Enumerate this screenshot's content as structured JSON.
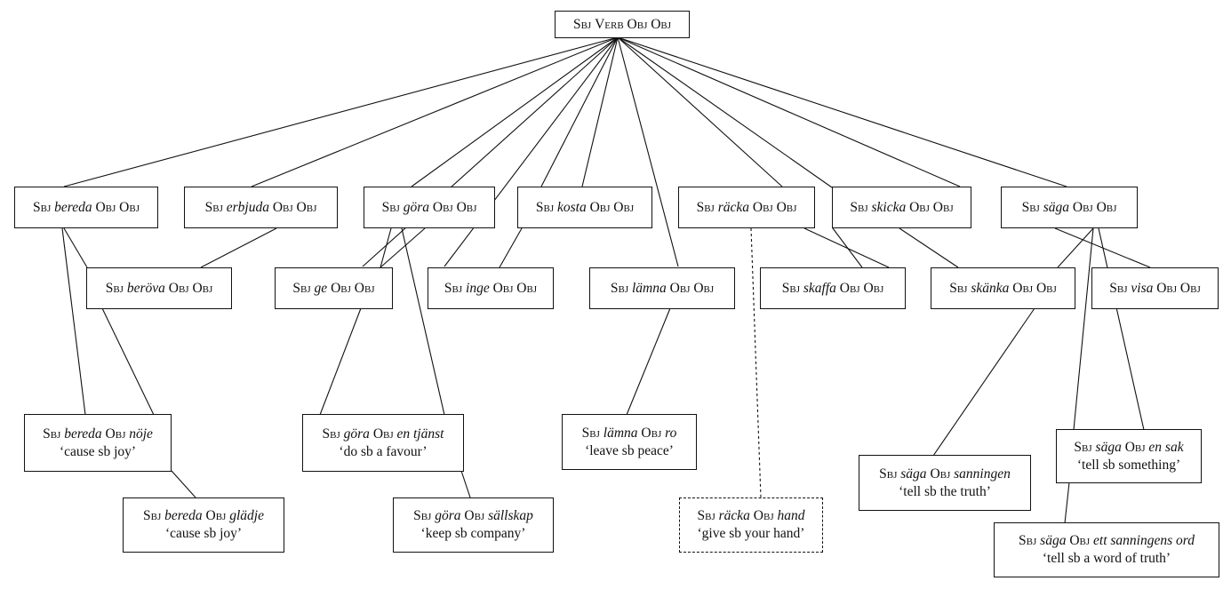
{
  "nodes": {
    "root": {
      "sbj": "Sbj",
      "rest": [
        [
          "sc",
          "Verb"
        ],
        [
          "",
          ""
        ],
        [
          "sc",
          "Obj"
        ],
        [
          "",
          ""
        ],
        [
          "sc",
          "Obj"
        ]
      ]
    },
    "bereda": {
      "sbj": "Sbj",
      "verb": "bereda",
      "o1": "Obj",
      "o2": "Obj"
    },
    "erbjuda": {
      "sbj": "Sbj",
      "verb": "erbjuda",
      "o1": "Obj",
      "o2": "Obj"
    },
    "gora": {
      "sbj": "Sbj",
      "verb": "göra",
      "o1": "Obj",
      "o2": "Obj"
    },
    "kosta": {
      "sbj": "Sbj",
      "verb": "kosta",
      "o1": "Obj",
      "o2": "Obj"
    },
    "racka": {
      "sbj": "Sbj",
      "verb": "räcka",
      "o1": "Obj",
      "o2": "Obj"
    },
    "skicka": {
      "sbj": "Sbj",
      "verb": "skicka",
      "o1": "Obj",
      "o2": "Obj"
    },
    "saga": {
      "sbj": "Sbj",
      "verb": "säga",
      "o1": "Obj",
      "o2": "Obj"
    },
    "berova": {
      "sbj": "Sbj",
      "verb": "beröva",
      "o1": "Obj",
      "o2": "Obj"
    },
    "ge": {
      "sbj": "Sbj",
      "verb": "ge",
      "o1": "Obj",
      "o2": "Obj"
    },
    "inge": {
      "sbj": "Sbj",
      "verb": "inge",
      "o1": "Obj",
      "o2": "Obj"
    },
    "lamna": {
      "sbj": "Sbj",
      "verb": "lämna",
      "o1": "Obj",
      "o2": "Obj"
    },
    "skaffa": {
      "sbj": "Sbj",
      "verb": "skaffa",
      "o1": "Obj",
      "o2": "Obj"
    },
    "skanka": {
      "sbj": "Sbj",
      "verb": "skänka",
      "o1": "Obj",
      "o2": "Obj"
    },
    "visa": {
      "sbj": "Sbj",
      "verb": "visa",
      "o1": "Obj",
      "o2": "Obj"
    },
    "bereda_noje": {
      "sbj": "Sbj",
      "verb": "bereda",
      "o1": "Obj",
      "o2": "nöje",
      "gloss": "‘cause sb joy’"
    },
    "bereda_gladje": {
      "sbj": "Sbj",
      "verb": "bereda",
      "o1": "Obj",
      "o2": "glädje",
      "gloss": "‘cause sb joy’"
    },
    "gora_tjanst": {
      "sbj": "Sbj",
      "verb": "göra",
      "o1": "Obj",
      "o2": "en tjänst",
      "gloss": "‘do sb a favour’"
    },
    "gora_sallskap": {
      "sbj": "Sbj",
      "verb": "göra",
      "o1": "Obj",
      "o2": "sällskap",
      "gloss": "‘keep sb company’"
    },
    "lamna_ro": {
      "sbj": "Sbj",
      "verb": "lämna",
      "o1": "Obj",
      "o2": "ro",
      "gloss": "‘leave sb peace’"
    },
    "racka_hand": {
      "sbj": "Sbj",
      "verb": "räcka",
      "o1": "Obj",
      "o2": "hand",
      "gloss": "‘give sb your hand’"
    },
    "saga_sanningen": {
      "sbj": "Sbj",
      "verb": "säga",
      "o1": "Obj",
      "o2": "sanningen",
      "gloss": "‘tell sb the truth’"
    },
    "saga_ensak": {
      "sbj": "Sbj",
      "verb": "säga",
      "o1": "Obj",
      "o2": "en sak",
      "gloss": "‘tell sb something’"
    },
    "saga_ord": {
      "sbj": "Sbj",
      "verb": "säga",
      "o1": "Obj",
      "o2": "ett sanningens ord",
      "gloss": "‘tell sb a word of truth’"
    }
  }
}
